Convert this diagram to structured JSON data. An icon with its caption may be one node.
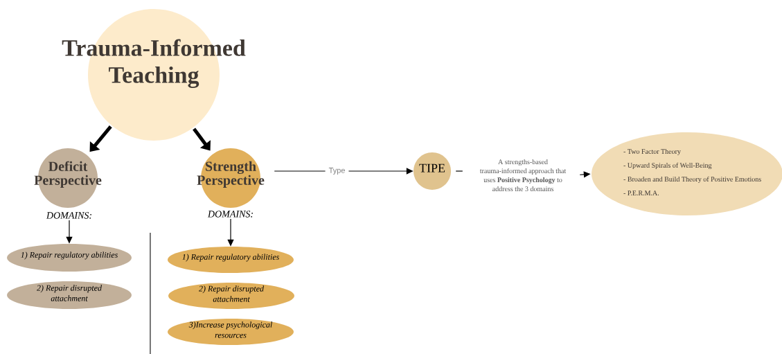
{
  "diagram": {
    "nodes": [
      {
        "text": [
          "Trauma-Informed Teaching"
        ]
      },
      {
        "text": [
          "Deficit Perspective"
        ]
      },
      {
        "text": [
          "Strength Perspective"
        ]
      },
      {
        "text": [
          "DOMAINS:"
        ]
      },
      {
        "text": [
          "1) Repair regulatory abilities"
        ]
      },
      {
        "text": [
          "2) Repair disrupted attachment"
        ]
      },
      {
        "text": [
          "DOMAINS:"
        ]
      },
      {
        "text": [
          "1) Repair regulatory abilities"
        ]
      },
      {
        "text": [
          "2) Repair disrupted attachment"
        ]
      },
      {
        "text": [
          "3)Increase psychological resources"
        ]
      },
      {
        "text": [
          "TIPE"
        ]
      },
      {
        "text": [
          "A strengths-based trauma-informed approach that uses **Positive Psychology** to address the 3 domains"
        ]
      },
      {
        "text": [
          "- Two Factor Theory",
          "- Upward Spirals of Well-Being",
          "- Broaden and Build Theory of Positive Emotions",
          "- P.E.R.M.A."
        ]
      }
    ],
    "edges": [
      {
        "from": 0,
        "to": 1,
        "arrow": "to",
        "style": "thick"
      },
      {
        "from": 0,
        "to": 2,
        "arrow": "to",
        "style": "thick"
      },
      {
        "from": 3,
        "to": 4,
        "arrow": "to"
      },
      {
        "from": 6,
        "to": 7,
        "arrow": "to"
      },
      {
        "from": 2,
        "to": 10,
        "arrow": "to",
        "label": "Type"
      },
      {
        "from": 10,
        "to": 11,
        "arrow": "none"
      },
      {
        "from": 11,
        "to": 12,
        "arrow": "to"
      }
    ]
  }
}
